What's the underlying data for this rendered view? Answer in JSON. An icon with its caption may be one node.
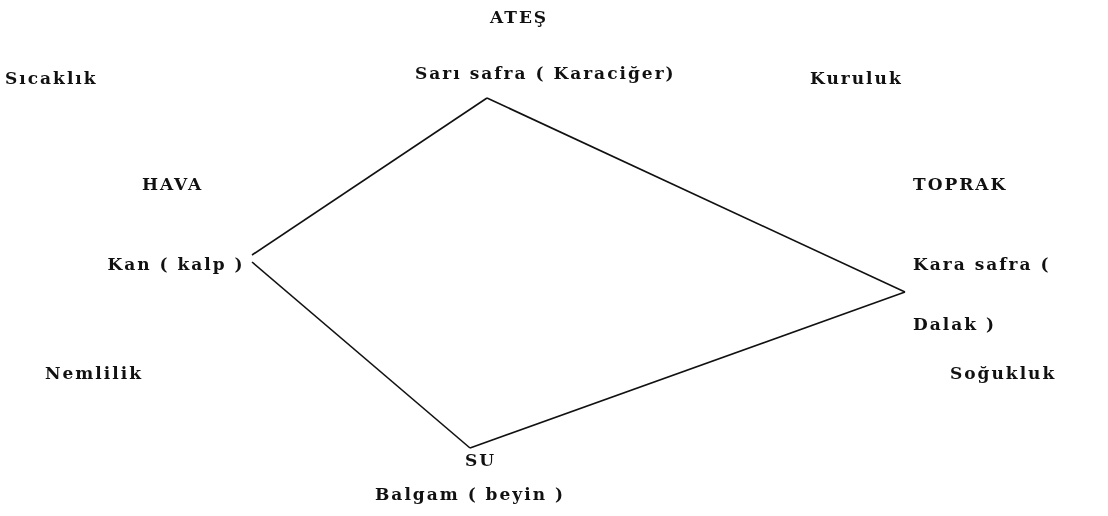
{
  "diagram": {
    "nodes": [
      {
        "text": [
          "ATEŞ",
          "Sarı safra ( Karaciğer)"
        ]
      },
      {
        "text": [
          "HAVA",
          "Kan ( kalp )"
        ]
      },
      {
        "text": [
          "TOPRAK",
          "Kara safra ( Dalak )"
        ]
      },
      {
        "text": [
          "SU",
          "Balgam ( beyin )"
        ]
      }
    ],
    "edges": [
      {
        "from": 0,
        "to": 1,
        "arrow": "none"
      },
      {
        "from": 0,
        "to": 2,
        "arrow": "none"
      },
      {
        "from": 1,
        "to": 3,
        "arrow": "none"
      },
      {
        "from": 3,
        "to": 2,
        "arrow": "none"
      }
    ],
    "labels": [
      "Sıcaklık",
      "Kuruluk",
      "Nemlilik",
      "Soğukluk"
    ]
  }
}
